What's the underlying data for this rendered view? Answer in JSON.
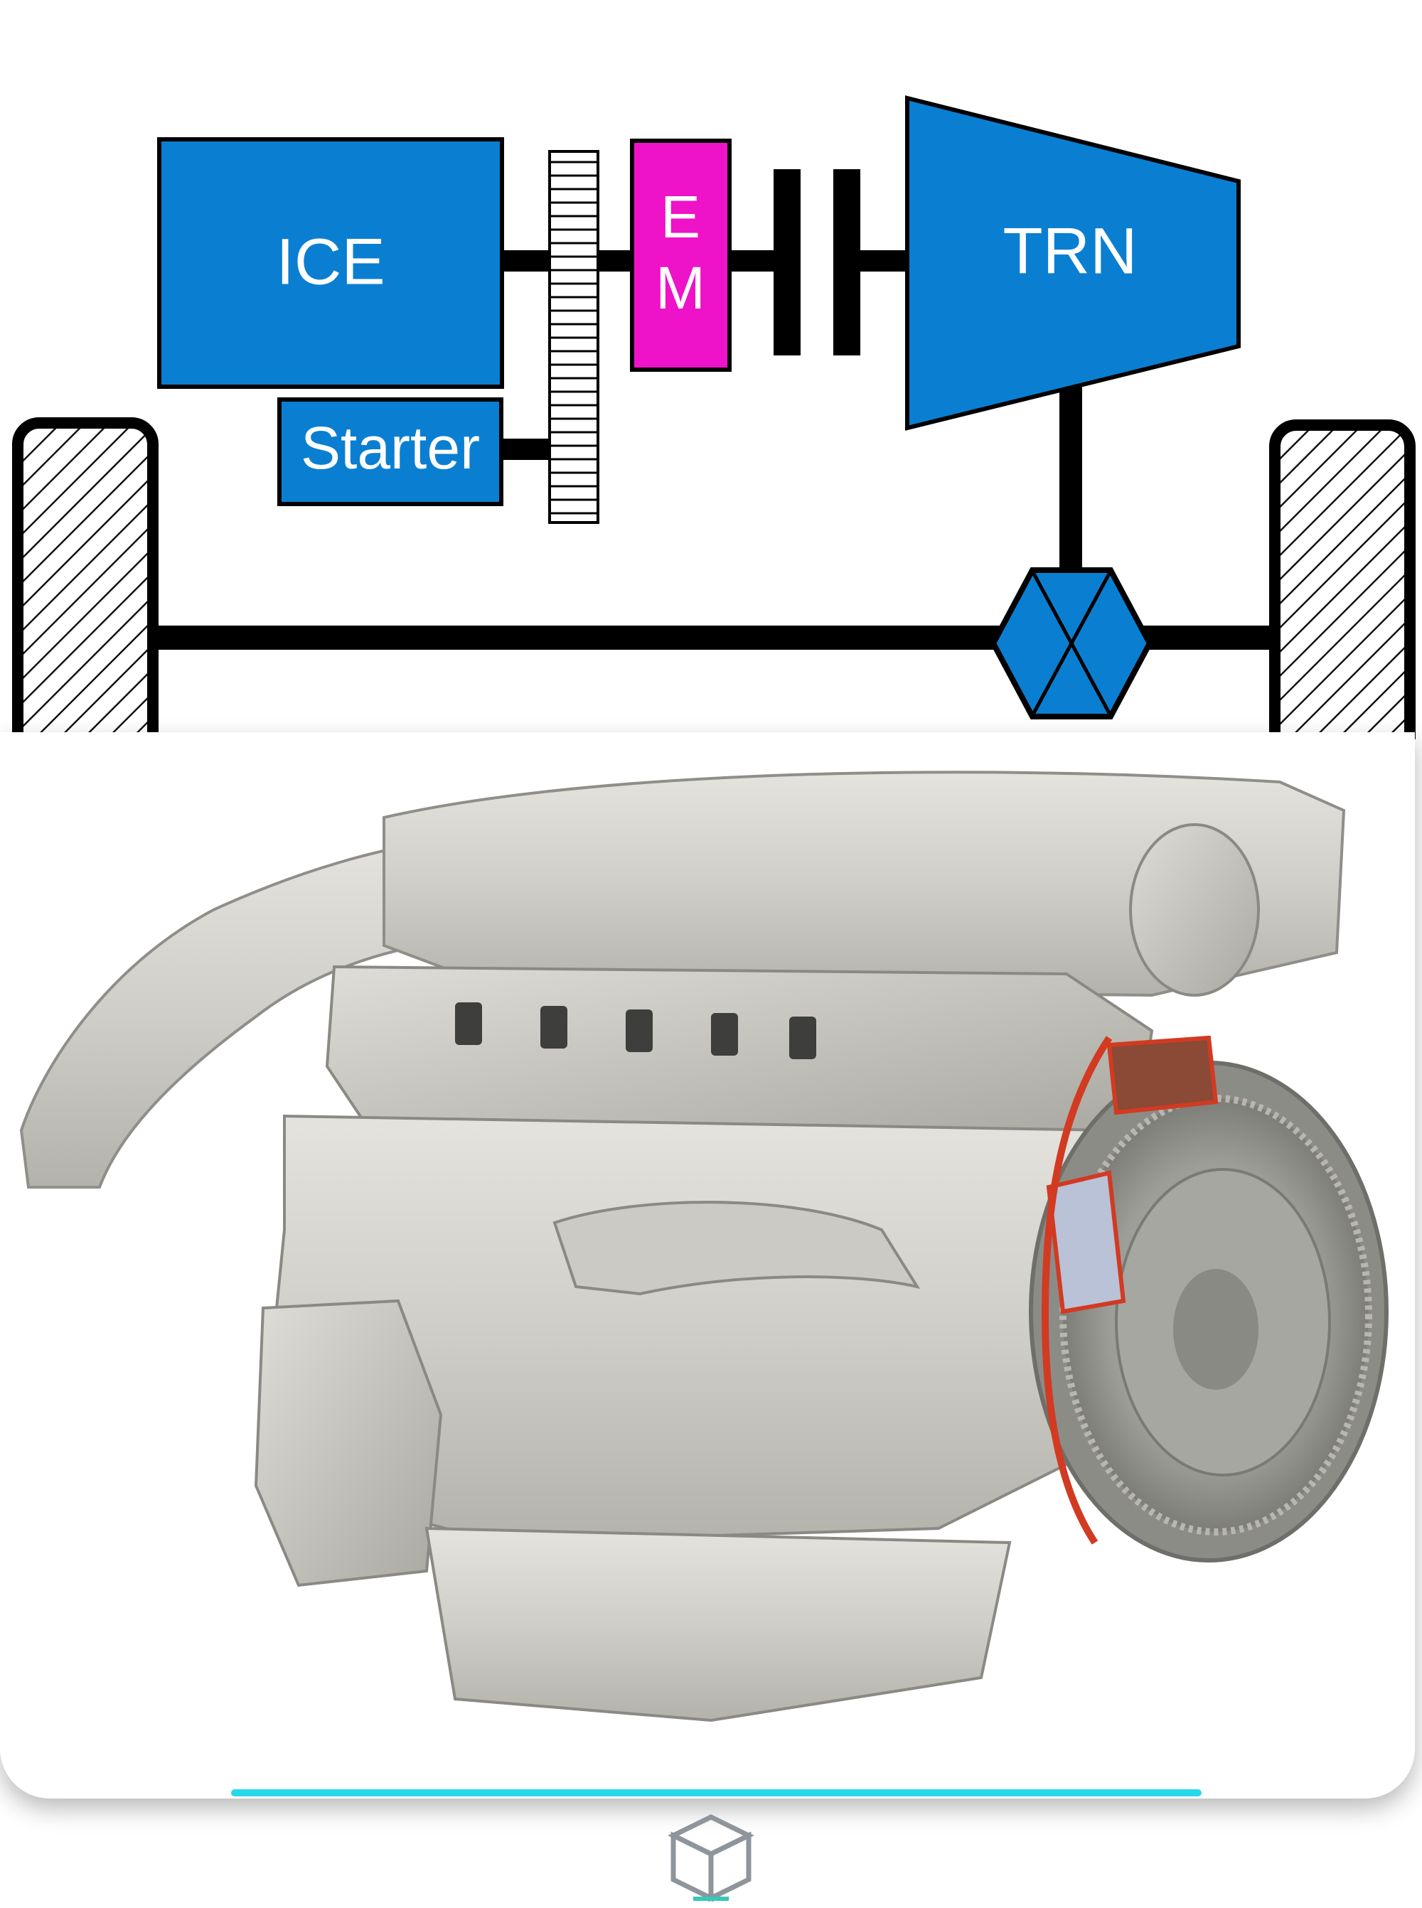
{
  "diagram": {
    "ice_label": "ICE",
    "em_label_line1": "E",
    "em_label_line2": "M",
    "trn_label": "TRN",
    "starter_label": "Starter"
  },
  "colors": {
    "component_blue": "#0a7fd2",
    "motor_magenta": "#ee12c8",
    "shaft_black": "#000000",
    "accent_cyan": "#27d8e8",
    "logo_gray": "#8e959c",
    "logo_teal": "#35c9b6"
  },
  "illustration": {
    "subject": "engine-with-integrated-electric-motor-cutaway"
  }
}
